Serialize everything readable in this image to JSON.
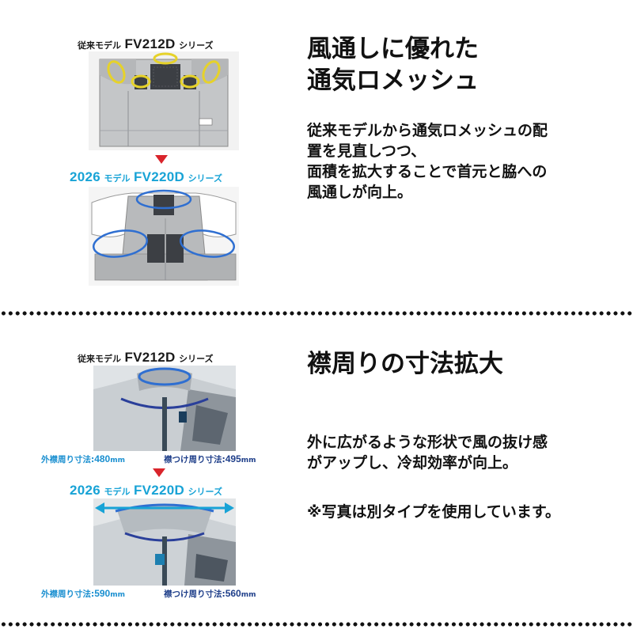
{
  "section1": {
    "old_model": {
      "prefix": "従来",
      "mid": "モデル",
      "code": "FV212D",
      "suffix": "シリーズ"
    },
    "new_model": {
      "year": "2026",
      "mid": "モデル",
      "code": "FV220D",
      "suffix": "シリーズ"
    },
    "heading": [
      "風通しに優れた",
      "通気ロメッシュ"
    ],
    "description": [
      "従来モデルから通気ロメッシュの配",
      "置を見直しつつ、",
      "面積を拡大することで首元と脇への",
      "風通しが向上。"
    ]
  },
  "section2": {
    "old_model": {
      "prefix": "従来",
      "mid": "モデル",
      "code": "FV212D",
      "suffix": "シリーズ"
    },
    "new_model": {
      "year": "2026",
      "mid": "モデル",
      "code": "FV220D",
      "suffix": "シリーズ"
    },
    "heading": [
      "襟周りの寸法拡大"
    ],
    "old_measure": {
      "outer_label": "外襟周り寸法:",
      "outer_value": "480",
      "unit": "mm",
      "inner_label": "襟つけ周り寸法:",
      "inner_value": "495"
    },
    "new_measure": {
      "outer_label": "外襟周り寸法:",
      "outer_value": "590",
      "unit": "mm",
      "inner_label": "襟つけ周り寸法:",
      "inner_value": "560"
    },
    "description": [
      "外に広がるような形状で風の抜け感",
      "がアップし、冷却効率が向上。"
    ],
    "note": "※写真は別タイプを使用しています。"
  },
  "colors": {
    "new_model_blue": "#18a3d6",
    "arrow_red": "#d9242b",
    "highlight_yellow": "#e6d22a",
    "highlight_blue": "#2f6fd1",
    "inner_measure_navy": "#1f3f8a"
  }
}
